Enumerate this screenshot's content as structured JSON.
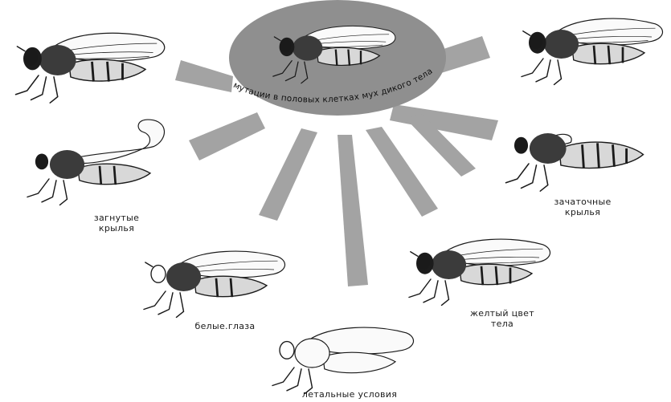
{
  "center": {
    "text": "мутации в половых клетках мух дикого тела"
  },
  "labels": {
    "bent_wings": [
      "загнутые",
      "крылья"
    ],
    "vestigial_wings": [
      "зачаточные",
      "крылья"
    ],
    "white_eyes": "белые.глаза",
    "yellow_body": [
      "желтый цвет",
      "тела"
    ],
    "lethal": "летальные условия"
  },
  "colors": {
    "ray": "#a3a3a3",
    "center_ellipse": "#8f8f8f",
    "background": "#ffffff",
    "ink": "#1a1a1a"
  }
}
